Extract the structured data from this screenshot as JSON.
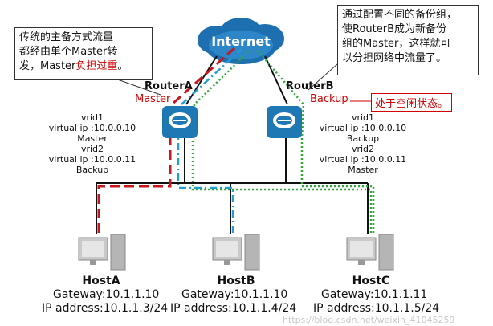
{
  "internet": {
    "label": "Internet"
  },
  "callout_left": {
    "line1": "传统的主备方式流量",
    "line2": "都经由单个Master转",
    "line3_prefix": "发，Master",
    "line3_red": "负担过重",
    "line3_suffix": "。"
  },
  "callout_right": {
    "line1": "通过配置不同的备份组，",
    "line2": "使RouterB成为新备份",
    "line3": "组的Master，这样就可",
    "line4": "以分担网络中流量了。"
  },
  "routers": {
    "a": {
      "name": "RouterA",
      "role": "Master",
      "vrid1": "vrid1",
      "vip1": "virtual ip :10.0.0.10",
      "state1": "Master",
      "vrid2": "vrid2",
      "vip2": "virtual ip :10.0.0.11",
      "state2": "Backup"
    },
    "b": {
      "name": "RouterB",
      "role": "Backup",
      "status": "处于空闲状态。",
      "vrid1": "vrid1",
      "vip1": "virtual ip :10.0.0.10",
      "state1": "Backup",
      "vrid2": "vrid2",
      "vip2": "virtual ip :10.0.0.11",
      "state2": "Master"
    }
  },
  "hosts": [
    {
      "name": "HostA",
      "gateway": "Gateway:10.1.1.10",
      "ip": "IP address:10.1.1.3/24"
    },
    {
      "name": "HostB",
      "gateway": "Gateway:10.1.1.10",
      "ip": "IP address:10.1.1.4/24"
    },
    {
      "name": "HostC",
      "gateway": "Gateway:10.1.1.11",
      "ip": "IP address:10.1.1.5/24"
    }
  ],
  "watermark": "https://blog.csdn.net/weixin_41045259",
  "colors": {
    "router_fill": "#1e78b4",
    "cloud_fill": "#1d6fb0",
    "red_path": "#c8161d",
    "blue_path": "#1fa0d6",
    "green_path": "#2fa83a",
    "accent_red": "#d10000"
  }
}
